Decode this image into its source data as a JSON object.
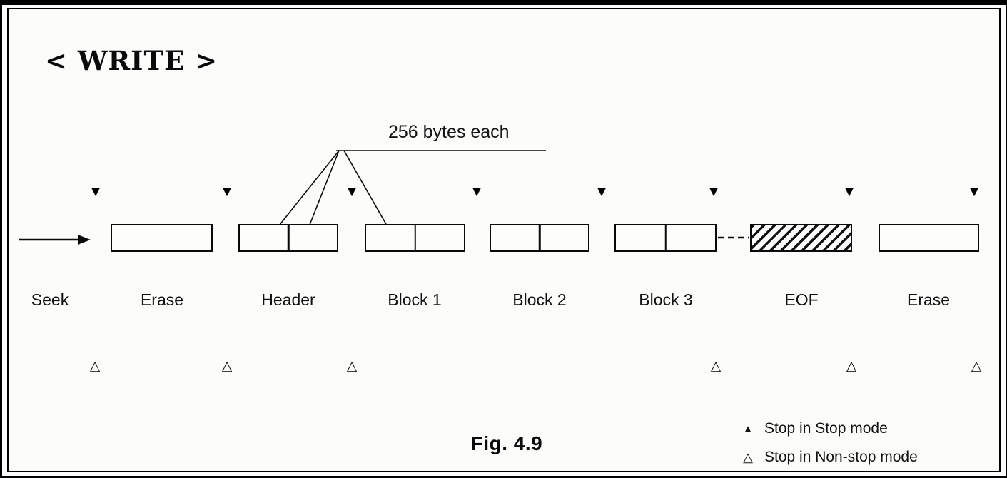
{
  "title": "< WRITE >",
  "annotation": {
    "bytes_each": "256 bytes each"
  },
  "seek": {
    "label": "Seek"
  },
  "segments": [
    {
      "label": "Erase",
      "style": "plain"
    },
    {
      "label": "Header",
      "style": "split"
    },
    {
      "label": "Block 1",
      "style": "split"
    },
    {
      "label": "Block 2",
      "style": "split"
    },
    {
      "label": "Block 3",
      "style": "split"
    },
    {
      "label": "EOF",
      "style": "hatched"
    },
    {
      "label": "Erase",
      "style": "plain"
    }
  ],
  "glyphs": {
    "stop_marker": "▼",
    "nonstop_marker": "△",
    "legend_stop": "▲",
    "legend_nonstop": "△"
  },
  "legend": [
    {
      "text": "Stop in Stop mode"
    },
    {
      "text": "Stop in Non-stop mode"
    }
  ],
  "figure": {
    "caption": "Fig. 4.9"
  },
  "colors": {
    "ink": "#0a0a0a",
    "paper": "#fcfcfa"
  }
}
